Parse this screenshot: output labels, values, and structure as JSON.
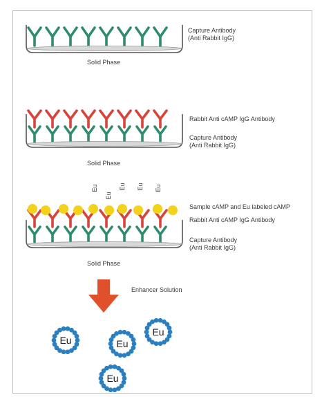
{
  "colors": {
    "capture_antibody": "#2e8b6e",
    "rabbit_antibody": "#d9443a",
    "camp": "#f2d21b",
    "eu_ring": "#2a7fc0",
    "arrow": "#e0502a",
    "well": "#555555",
    "well_base": "#d8d8d8"
  },
  "panel1": {
    "label_capture": [
      "Capture Antibody",
      "(Anti Rabbit IgG)"
    ],
    "solid_phase": "Solid Phase"
  },
  "panel2": {
    "label_rabbit": "Rabbit Anti cAMP IgG Antibody",
    "label_capture": [
      "Capture Antibody",
      "(Anti Rabbit IgG)"
    ],
    "solid_phase": "Solid Phase"
  },
  "panel3": {
    "label_sample": "Sample cAMP and Eu labeled cAMP",
    "label_rabbit": "Rabbit Anti cAMP IgG Antibody",
    "label_capture": [
      "Capture Antibody",
      "(Anti Rabbit IgG)"
    ],
    "solid_phase": "Solid Phase",
    "eu_tags": [
      "Eu",
      "Eu",
      "Eu",
      "Eu",
      "Eu"
    ]
  },
  "enhancer": {
    "label": "Enhancer Solution",
    "arrow_icon": "down-arrow-icon"
  },
  "eu_chelates": [
    "Eu",
    "Eu",
    "Eu",
    "Eu"
  ]
}
